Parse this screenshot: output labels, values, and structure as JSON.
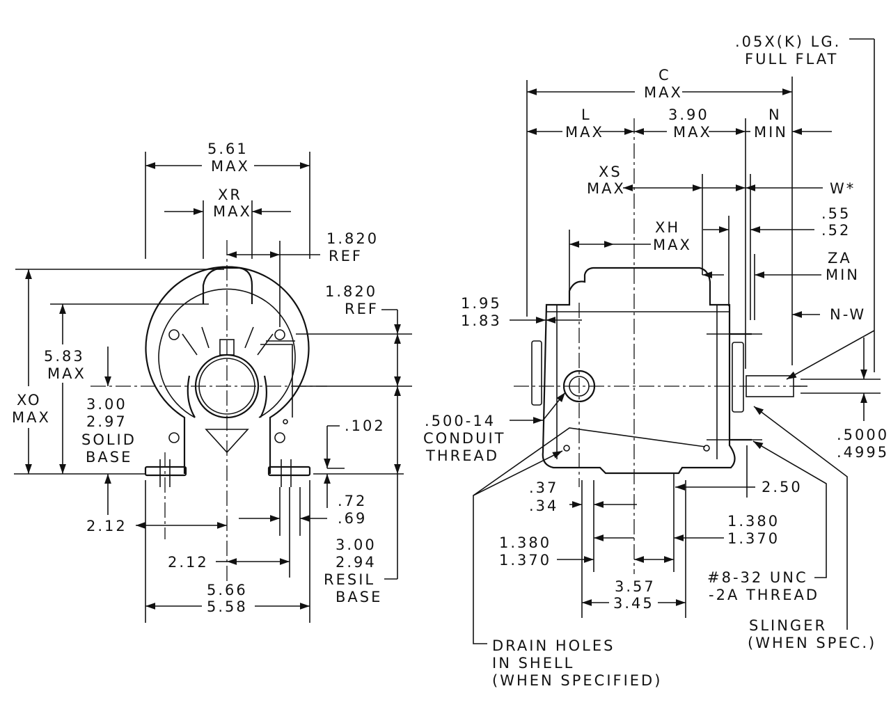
{
  "front_view": {
    "width_max": "5.61",
    "width_max_unit": "MAX",
    "xr": "XR",
    "xr_unit": "MAX",
    "ref1_value": "1.820",
    "ref1_unit": "REF",
    "ref2_value": "1.820",
    "ref2_unit": "REF",
    "height_max": "5.83",
    "height_max_unit": "MAX",
    "xo": "XO",
    "xo_unit": "MAX",
    "solid_base_hi": "3.00",
    "solid_base_lo": "2.97",
    "solid_base_l1": "SOLID",
    "solid_base_l2": "BASE",
    "base_gap": ".102",
    "slot_hi": ".72",
    "slot_lo": ".69",
    "resil_hi": "3.00",
    "resil_lo": "2.94",
    "resil_l1": "RESIL",
    "resil_l2": "BASE",
    "left_212": "2.12",
    "bottom_212": "2.12",
    "base_width_hi": "5.66",
    "base_width_lo": "5.58"
  },
  "side_view": {
    "flat_l1": ".05X(K) LG.",
    "flat_l2": "FULL FLAT",
    "c": "C",
    "c_unit": "MAX",
    "l": "L",
    "l_unit": "MAX",
    "d390": "3.90",
    "d390_unit": "MAX",
    "n": "N",
    "n_unit": "MIN",
    "xs": "XS",
    "xs_unit": "MAX",
    "w": "W*",
    "d55": ".55",
    "d52": ".52",
    "xh": "XH",
    "xh_unit": "MAX",
    "za": "ZA",
    "za_unit": "MIN",
    "nw": "N-W",
    "d195": "1.95",
    "d183": "1.83",
    "conduit_l1": ".500-14",
    "conduit_l2": "CONDUIT",
    "conduit_l3": "THREAD",
    "shaft_hi": ".5000",
    "shaft_lo": ".4995",
    "d250": "2.50",
    "d37": ".37",
    "d34": ".34",
    "right1380": "1.380",
    "right1370": "1.370",
    "left1380": "1.380",
    "left1370": "1.370",
    "thread_l1": "#8-32 UNC",
    "thread_l2": "-2A THREAD",
    "d357": "3.57",
    "d345": "3.45",
    "slinger_l1": "SLINGER",
    "slinger_l2": "(WHEN SPEC.)",
    "drain_l1": "DRAIN HOLES",
    "drain_l2": "IN SHELL",
    "drain_l3": "(WHEN SPECIFIED)"
  }
}
